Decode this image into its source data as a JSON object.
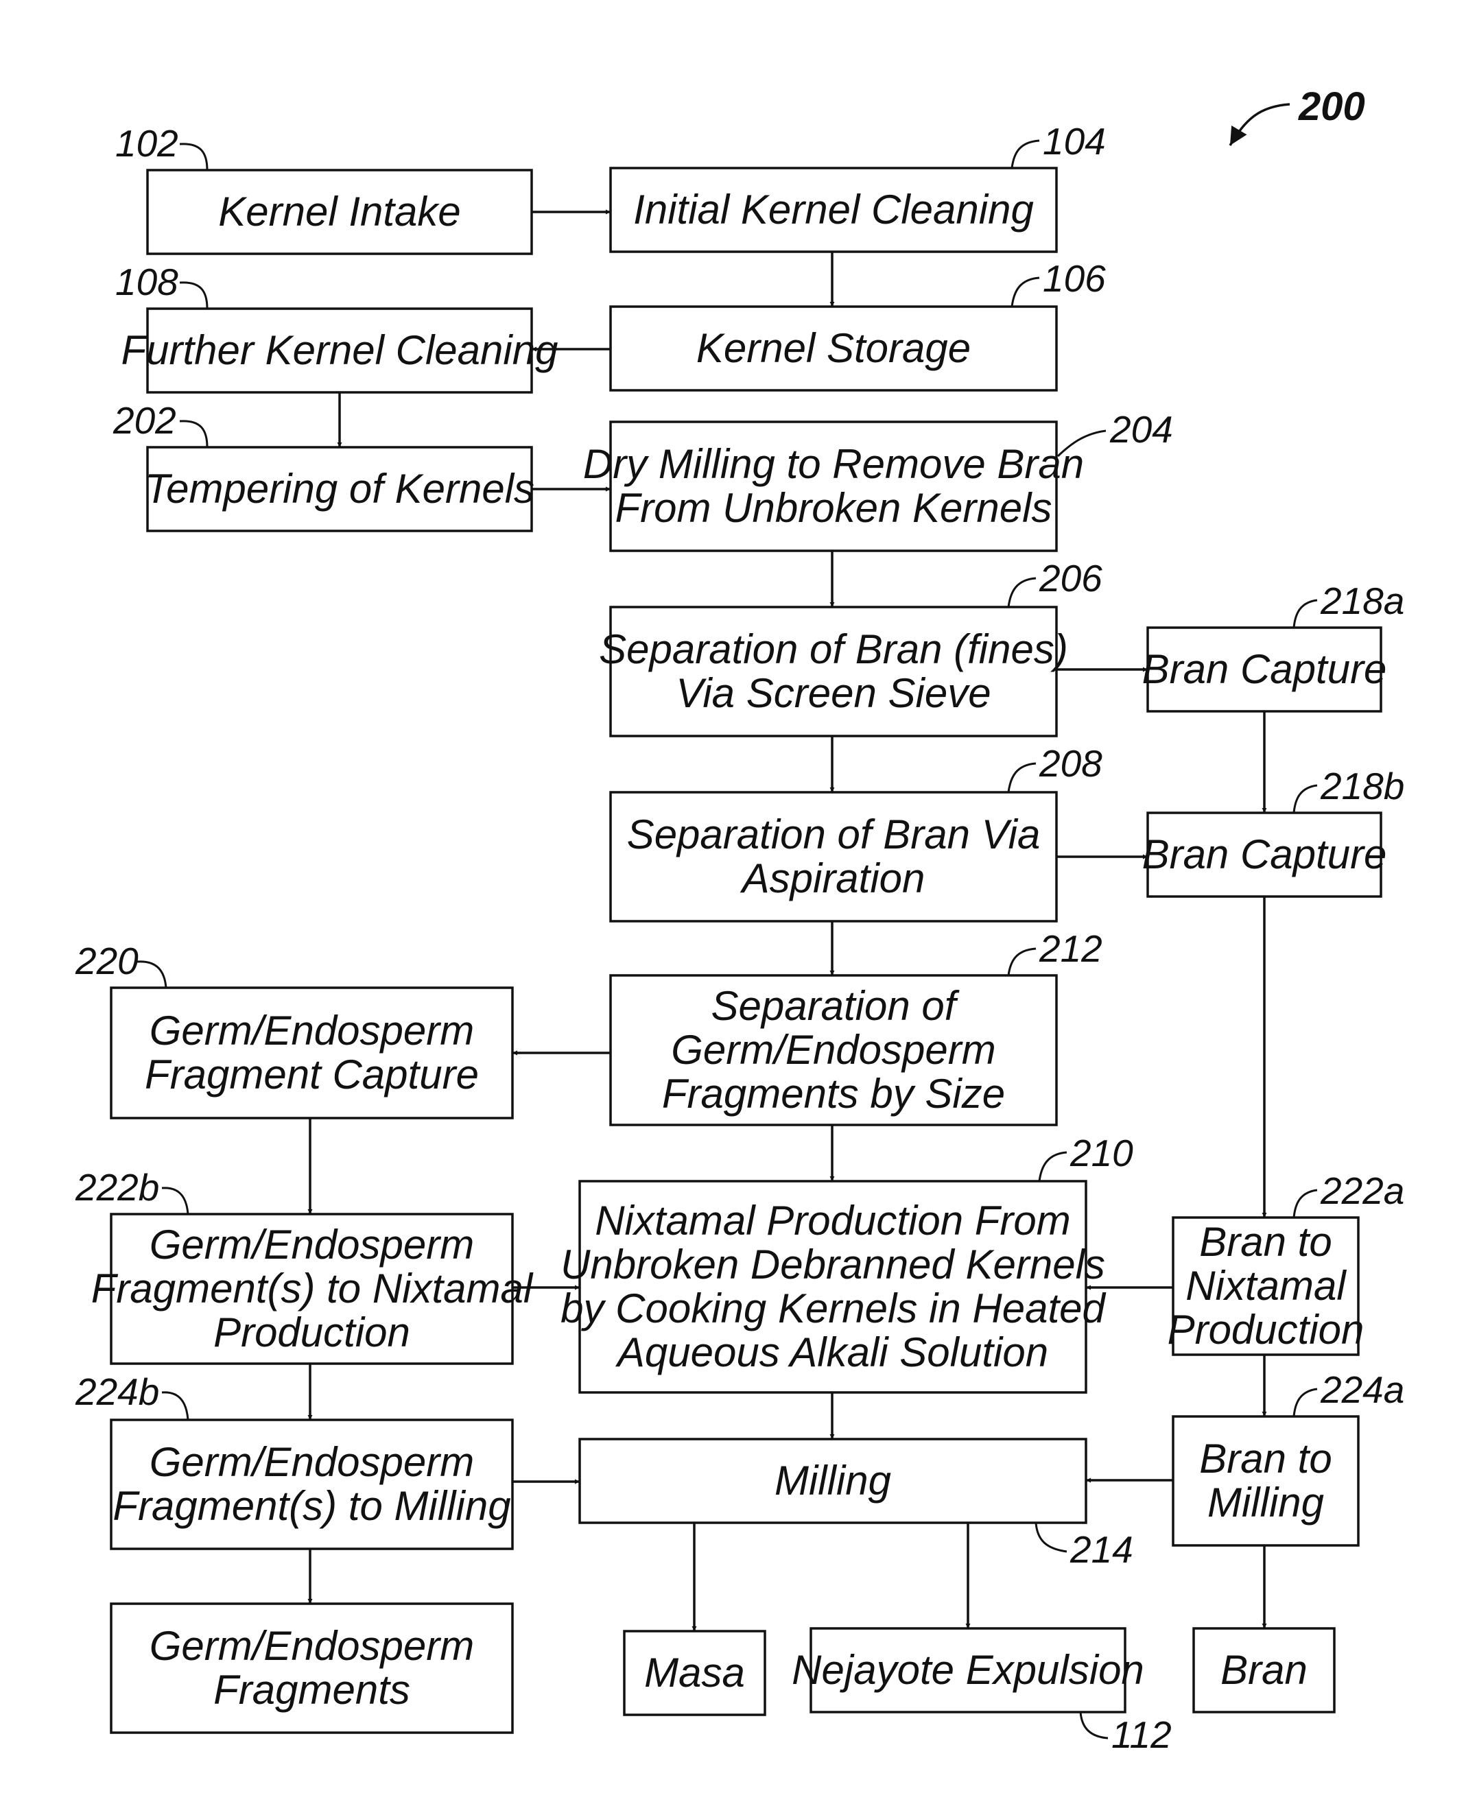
{
  "figure_number": "200",
  "boxes": {
    "kernel_intake": {
      "ref": "102",
      "lines": [
        "Kernel Intake"
      ]
    },
    "initial_cleaning": {
      "ref": "104",
      "lines": [
        "Initial Kernel Cleaning"
      ]
    },
    "kernel_storage": {
      "ref": "106",
      "lines": [
        "Kernel Storage"
      ]
    },
    "further_cleaning": {
      "ref": "108",
      "lines": [
        "Further Kernel Cleaning"
      ]
    },
    "tempering": {
      "ref": "202",
      "lines": [
        "Tempering of Kernels"
      ]
    },
    "dry_milling": {
      "ref": "204",
      "lines": [
        "Dry Milling to Remove Bran",
        "From Unbroken Kernels"
      ]
    },
    "sep_sieve": {
      "ref": "206",
      "lines": [
        "Separation of Bran (fines)",
        "Via Screen Sieve"
      ]
    },
    "bran_capture_a": {
      "ref": "218a",
      "lines": [
        "Bran Capture"
      ]
    },
    "sep_aspiration": {
      "ref": "208",
      "lines": [
        "Separation of Bran Via",
        "Aspiration"
      ]
    },
    "bran_capture_b": {
      "ref": "218b",
      "lines": [
        "Bran Capture"
      ]
    },
    "sep_size": {
      "ref": "212",
      "lines": [
        "Separation of",
        "Germ/Endosperm",
        "Fragments by Size"
      ]
    },
    "germ_capture": {
      "ref": "220",
      "lines": [
        "Germ/Endosperm",
        "Fragment Capture"
      ]
    },
    "nixtamal": {
      "ref": "210",
      "lines": [
        "Nixtamal Production From",
        "Unbroken Debranned Kernels",
        "by Cooking Kernels in Heated",
        "Aqueous Alkali Solution"
      ]
    },
    "germ_to_nixtamal": {
      "ref": "222b",
      "lines": [
        "Germ/Endosperm",
        "Fragment(s) to Nixtamal",
        "Production"
      ]
    },
    "bran_to_nixtamal": {
      "ref": "222a",
      "lines": [
        "Bran to",
        "Nixtamal",
        "Production"
      ]
    },
    "milling": {
      "ref": "214",
      "lines": [
        "Milling"
      ]
    },
    "germ_to_milling": {
      "ref": "224b",
      "lines": [
        "Germ/Endosperm",
        "Fragment(s) to Milling"
      ]
    },
    "bran_to_milling": {
      "ref": "224a",
      "lines": [
        "Bran to",
        "Milling"
      ]
    },
    "germ_fragments": {
      "ref": "",
      "lines": [
        "Germ/Endosperm",
        "Fragments"
      ]
    },
    "masa": {
      "ref": "",
      "lines": [
        "Masa"
      ]
    },
    "nejayote": {
      "ref": "112",
      "lines": [
        "Nejayote Expulsion"
      ]
    },
    "bran": {
      "ref": "",
      "lines": [
        "Bran"
      ]
    }
  }
}
